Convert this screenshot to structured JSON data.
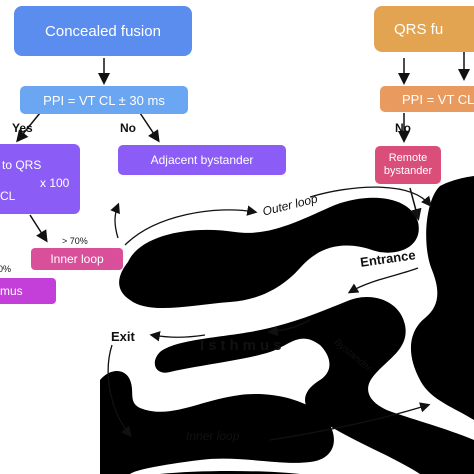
{
  "flow_left": {
    "concealed_fusion": "Concealed fusion",
    "ppi_rule": "PPI = VT CL ± 30 ms",
    "yes": "Yes",
    "no": "No",
    "adjacent_bystander": "Adjacent bystander",
    "ratio_numerator": "to QRS",
    "ratio_denominator": "CL",
    "ratio_multiplier": "x 100",
    "threshold_high": "> 70%",
    "threshold_low": "0%",
    "inner_loop": "Inner loop",
    "isthmus_partial": "mus"
  },
  "flow_right": {
    "qrs_fusion": "QRS fu",
    "ppi_rule": "PPI = VT CL",
    "no": "No",
    "remote_bystander": "Remote\nbystander"
  },
  "anatomy": {
    "outer_loop": "Outer loop",
    "entrance": "Entrance",
    "exit": "Exit",
    "isthmus": "Isthmus",
    "bystander": "Bystander",
    "inner_loop": "Inner loop"
  },
  "colors": {
    "blue": "#5b8def",
    "light_blue": "#6aa6f2",
    "purple": "#8b5cf6",
    "orange": "#e3a452",
    "light_orange": "#e89a5f",
    "pink": "#d94f9a",
    "magenta": "#c43fd9",
    "scar": "#000000"
  }
}
